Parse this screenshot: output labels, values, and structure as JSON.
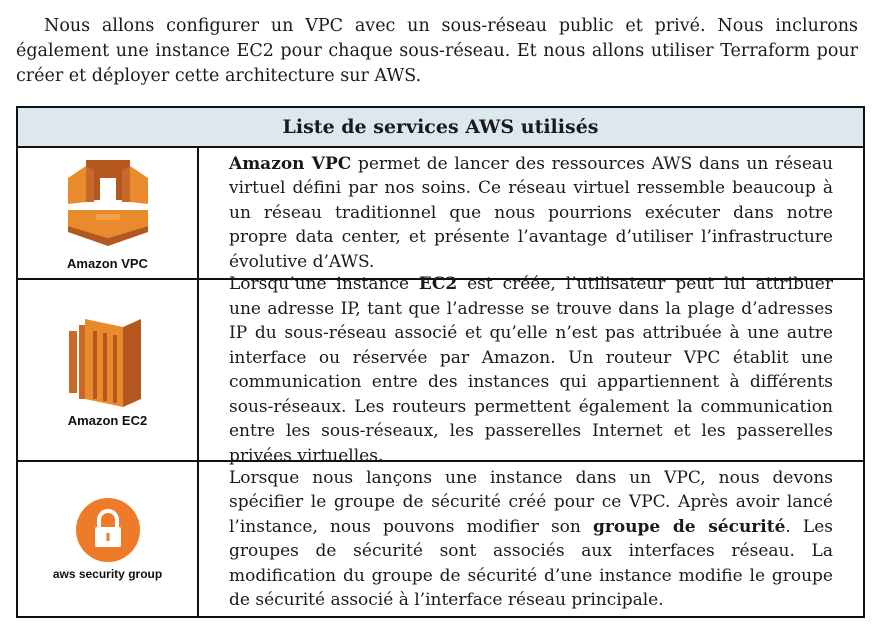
{
  "intro": {
    "text": "Nous allons configurer un VPC avec un sous-réseau public et privé. Nous inclurons également une instance EC2 pour chaque sous-réseau. Et nous allons utiliser Terraform pour créer et déployer cette architecture sur AWS."
  },
  "table": {
    "header": "Liste de services AWS utilisés",
    "rows": [
      {
        "icon_name": "amazon-vpc-icon",
        "icon_label": "Amazon VPC",
        "bold": "Amazon VPC",
        "text_after": " permet de lancer des ressources AWS dans un réseau virtuel défini par nos soins. Ce réseau virtuel ressemble beaucoup à un réseau traditionnel que nous pourrions exécuter dans notre propre data center, et présente l’avantage d’utiliser l’infrastructure évolutive d’AWS."
      },
      {
        "icon_name": "amazon-ec2-icon",
        "icon_label": "Amazon EC2",
        "text_before": "Lorsqu’une instance ",
        "bold": "EC2",
        "text_after": " est créée, l’utilisateur peut lui attribuer une adresse IP, tant que l’adresse se trouve dans la plage d’adresses IP du sous-réseau associé et qu’elle n’est pas attribuée à une autre interface ou réservée par Amazon. Un routeur VPC établit une communication entre des instances qui appartiennent à différents sous-réseaux. Les routeurs permettent également la communication entre les sous-réseaux, les passerelles Internet et les passerelles privées virtuelles."
      },
      {
        "icon_name": "lock-icon",
        "icon_label": "aws security group",
        "text_before": "Lorsque nous lançons une instance dans un VPC, nous devons spécifier le groupe de sécurité créé pour ce VPC. Après avoir lancé l’instance, nous pouvons modifier son ",
        "bold": "groupe de sécurité",
        "text_after": ". Les groupes de sécurité sont associés aux interfaces réseau. La modification du groupe de sécurité d’une instance modifie le groupe de sécurité associé à l’interface réseau principale."
      }
    ]
  },
  "colors": {
    "aws_orange": "#e98a2d",
    "aws_orange_dark": "#b5581f",
    "aws_orange_light": "#f3a04a",
    "header_bg": "#dce7ee"
  }
}
